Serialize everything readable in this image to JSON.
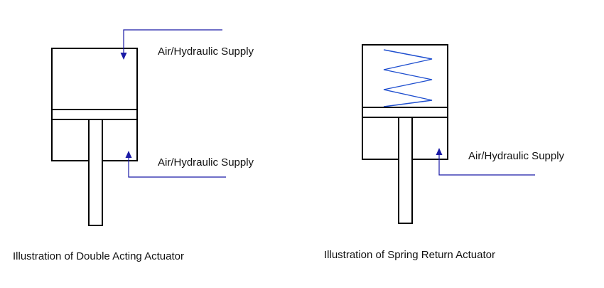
{
  "diagrams": {
    "double_acting": {
      "top_port_label": "Air/Hydraulic Supply",
      "bottom_port_label": "Air/Hydraulic Supply",
      "caption": "Illustration of Double Acting Actuator"
    },
    "spring_return": {
      "port_label": "Air/Hydraulic Supply",
      "caption": "Illustration of Spring Return Actuator"
    }
  },
  "colors": {
    "outline": "#000000",
    "supply_line": "#1a1aa6",
    "spring": "#1f4fcf",
    "text": "#111111"
  }
}
